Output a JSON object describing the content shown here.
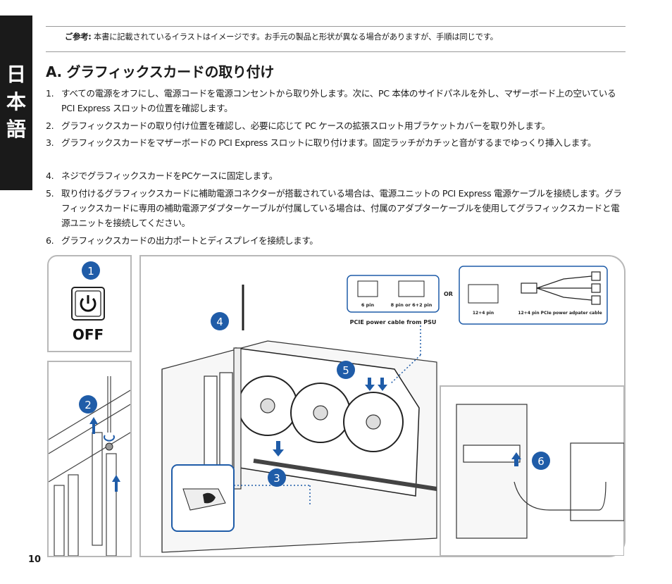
{
  "sidebar": {
    "language_label": "日本語",
    "language_chars": [
      "日",
      "本",
      "語"
    ]
  },
  "note": {
    "label": "ご参考:",
    "text": "本書に記載されているイラストはイメージです。お手元の製品と形状が異なる場合がありますが、手順は同じです。"
  },
  "section": {
    "title": "A.  グラフィックスカードの取り付け"
  },
  "steps": [
    {
      "num": "1.",
      "text": "すべての電源をオフにし、電源コードを電源コンセントから取り外します。次に、PC 本体のサイドパネルを外し、マザーボード上の空いている PCI Express スロットの位置を確認します。"
    },
    {
      "num": "2.",
      "text": "グラフィックスカードの取り付け位置を確認し、必要に応じて PC ケースの拡張スロット用ブラケットカバーを取り外します。"
    },
    {
      "num": "3.",
      "text": "グラフィックスカードをマザーボードの PCI Express スロットに取り付けます。固定ラッチがカチッと音がするまでゆっくり挿入します。"
    },
    {
      "num": "4.",
      "text": "ネジでグラフィックスカードをPCケースに固定します。"
    },
    {
      "num": "5.",
      "text": "取り付けるグラフィックスカードに補助電源コネクターが搭載されている場合は、電源ユニットの PCI Express 電源ケーブルを接続します。グラフィックスカードに専用の補助電源アダプターケーブルが付属している場合は、付属のアダプターケーブルを使用してグラフィックスカードと電源ユニットを接続してください。"
    },
    {
      "num": "6.",
      "text": "グラフィックスカードの出力ポートとディスプレイを接続します。"
    }
  ],
  "figure": {
    "badges": [
      "1",
      "2",
      "3",
      "4",
      "5",
      "6"
    ],
    "off_label": "OFF",
    "power_labels": {
      "six_pin": "6 pin",
      "eight_pin": "8 pin or 6+2 pin",
      "or": "OR",
      "twelve_pin": "12+4 pin",
      "adapter": "12+4 pin PCIe power adpater cable",
      "psu_cable": "PCIE power cable from PSU"
    },
    "accent_color": "#1f5ca8",
    "icons": [
      "power-icon",
      "screw-icon",
      "up-arrow-icon",
      "down-arrow-icon",
      "rotate-icon"
    ]
  },
  "page_number": "10"
}
